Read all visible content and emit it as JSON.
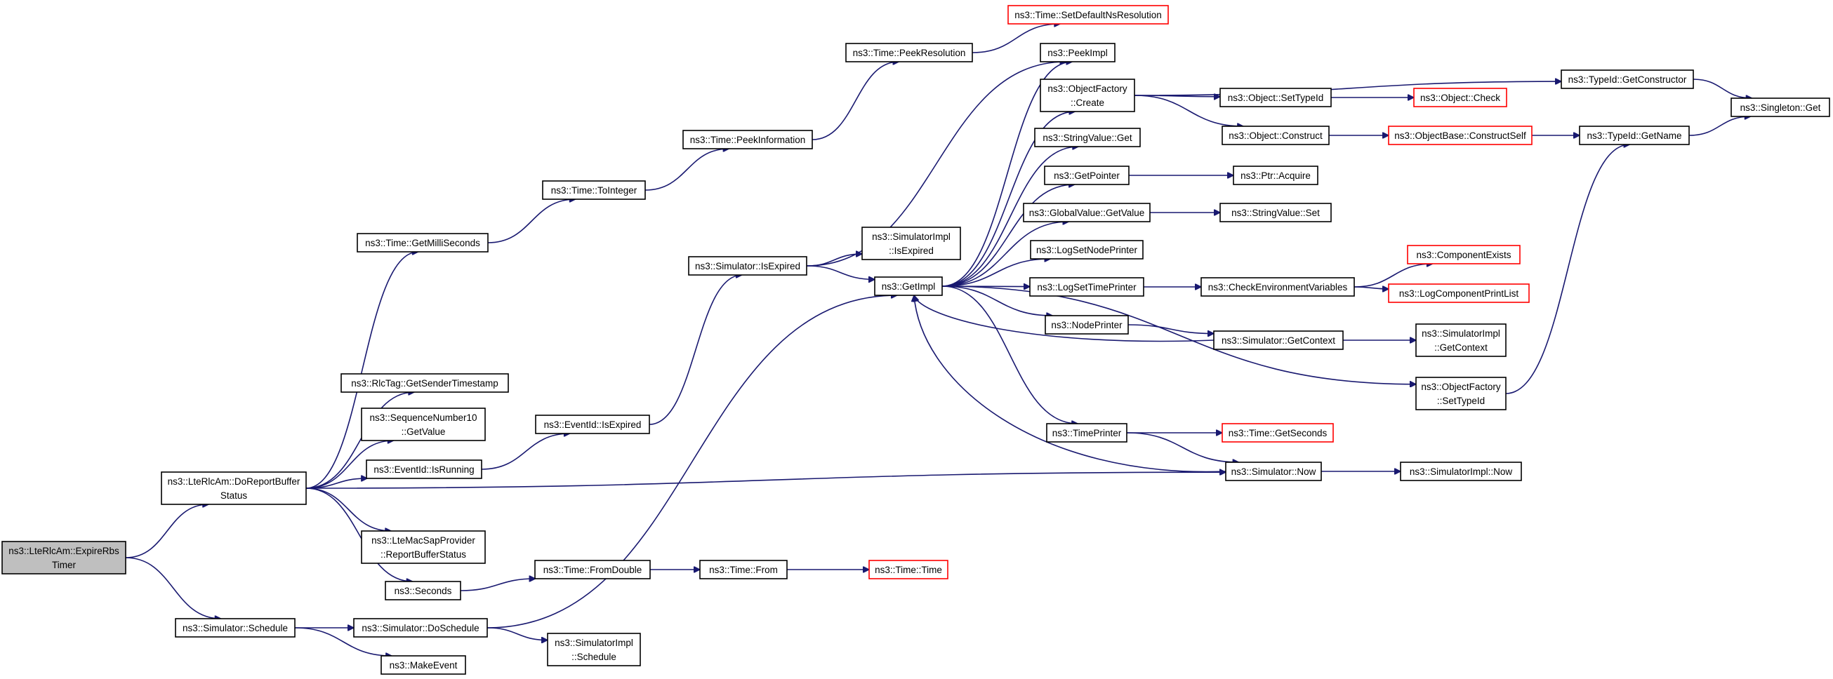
{
  "diagram": {
    "root": "n_root",
    "nodes": [
      {
        "id": "n_root",
        "lines": [
          "ns3::LteRlcAm::ExpireRbs",
          "Timer"
        ],
        "style": "root"
      },
      {
        "id": "n_doreport",
        "lines": [
          "ns3::LteRlcAm::DoReportBuffer",
          "Status"
        ],
        "style": "normal"
      },
      {
        "id": "n_schedule",
        "lines": [
          "ns3::Simulator::Schedule"
        ],
        "style": "normal"
      },
      {
        "id": "n_getmilli",
        "lines": [
          "ns3::Time::GetMilliSeconds"
        ],
        "style": "normal"
      },
      {
        "id": "n_rlctag",
        "lines": [
          "ns3::RlcTag::GetSenderTimestamp"
        ],
        "style": "normal"
      },
      {
        "id": "n_seqnum",
        "lines": [
          "ns3::SequenceNumber10",
          "::GetValue"
        ],
        "style": "normal"
      },
      {
        "id": "n_isrunning",
        "lines": [
          "ns3::EventId::IsRunning"
        ],
        "style": "normal"
      },
      {
        "id": "n_ltemac",
        "lines": [
          "ns3::LteMacSapProvider",
          "::ReportBufferStatus"
        ],
        "style": "normal"
      },
      {
        "id": "n_seconds",
        "lines": [
          "ns3::Seconds"
        ],
        "style": "normal"
      },
      {
        "id": "n_doschedule",
        "lines": [
          "ns3::Simulator::DoSchedule"
        ],
        "style": "normal"
      },
      {
        "id": "n_makeevent",
        "lines": [
          "ns3::MakeEvent"
        ],
        "style": "normal"
      },
      {
        "id": "n_tointeger",
        "lines": [
          "ns3::Time::ToInteger"
        ],
        "style": "normal"
      },
      {
        "id": "n_peekinfo",
        "lines": [
          "ns3::Time::PeekInformation"
        ],
        "style": "normal"
      },
      {
        "id": "n_peekres",
        "lines": [
          "ns3::Time::PeekResolution"
        ],
        "style": "normal"
      },
      {
        "id": "n_setdefault",
        "lines": [
          "ns3::Time::SetDefaultNsResolution"
        ],
        "style": "red"
      },
      {
        "id": "n_eventexpired",
        "lines": [
          "ns3::EventId::IsExpired"
        ],
        "style": "normal"
      },
      {
        "id": "n_simexpired",
        "lines": [
          "ns3::Simulator::IsExpired"
        ],
        "style": "normal"
      },
      {
        "id": "n_simimplexpired",
        "lines": [
          "ns3::SimulatorImpl",
          "::IsExpired"
        ],
        "style": "normal"
      },
      {
        "id": "n_getimpl",
        "lines": [
          "ns3::GetImpl"
        ],
        "style": "normal"
      },
      {
        "id": "n_fromdouble",
        "lines": [
          "ns3::Time::FromDouble"
        ],
        "style": "normal"
      },
      {
        "id": "n_from",
        "lines": [
          "ns3::Time::From"
        ],
        "style": "normal"
      },
      {
        "id": "n_time",
        "lines": [
          "ns3::Time::Time"
        ],
        "style": "red"
      },
      {
        "id": "n_simimplsched",
        "lines": [
          "ns3::SimulatorImpl",
          "::Schedule"
        ],
        "style": "normal"
      },
      {
        "id": "n_peekimpl",
        "lines": [
          "ns3::PeekImpl"
        ],
        "style": "normal"
      },
      {
        "id": "n_objcreate",
        "lines": [
          "ns3::ObjectFactory",
          "::Create"
        ],
        "style": "normal"
      },
      {
        "id": "n_strget",
        "lines": [
          "ns3::StringValue::Get"
        ],
        "style": "normal"
      },
      {
        "id": "n_getpointer",
        "lines": [
          "ns3::GetPointer"
        ],
        "style": "normal"
      },
      {
        "id": "n_globalget",
        "lines": [
          "ns3::GlobalValue::GetValue"
        ],
        "style": "normal"
      },
      {
        "id": "n_lognode",
        "lines": [
          "ns3::LogSetNodePrinter"
        ],
        "style": "normal"
      },
      {
        "id": "n_logtime",
        "lines": [
          "ns3::LogSetTimePrinter"
        ],
        "style": "normal"
      },
      {
        "id": "n_nodeprinter",
        "lines": [
          "ns3::NodePrinter"
        ],
        "style": "normal"
      },
      {
        "id": "n_timeprinter",
        "lines": [
          "ns3::TimePrinter"
        ],
        "style": "normal"
      },
      {
        "id": "n_simnow",
        "lines": [
          "ns3::Simulator::Now"
        ],
        "style": "normal"
      },
      {
        "id": "n_simimplnow",
        "lines": [
          "ns3::SimulatorImpl::Now"
        ],
        "style": "normal"
      },
      {
        "id": "n_getseconds",
        "lines": [
          "ns3::Time::GetSeconds"
        ],
        "style": "red"
      },
      {
        "id": "n_getcontext",
        "lines": [
          "ns3::Simulator::GetContext"
        ],
        "style": "normal"
      },
      {
        "id": "n_simimplctx",
        "lines": [
          "ns3::SimulatorImpl",
          "::GetContext"
        ],
        "style": "normal"
      },
      {
        "id": "n_checkenv",
        "lines": [
          "ns3::CheckEnvironmentVariables"
        ],
        "style": "normal"
      },
      {
        "id": "n_compexists",
        "lines": [
          "ns3::ComponentExists"
        ],
        "style": "red"
      },
      {
        "id": "n_logcomplist",
        "lines": [
          "ns3::LogComponentPrintList"
        ],
        "style": "red"
      },
      {
        "id": "n_strset",
        "lines": [
          "ns3::StringValue::Set"
        ],
        "style": "normal"
      },
      {
        "id": "n_ptracquire",
        "lines": [
          "ns3::Ptr::Acquire"
        ],
        "style": "normal"
      },
      {
        "id": "n_objsettypeid",
        "lines": [
          "ns3::Object::SetTypeId"
        ],
        "style": "normal"
      },
      {
        "id": "n_objcheck",
        "lines": [
          "ns3::Object::Check"
        ],
        "style": "red"
      },
      {
        "id": "n_objconstruct",
        "lines": [
          "ns3::Object::Construct"
        ],
        "style": "normal"
      },
      {
        "id": "n_objbaseconstruct",
        "lines": [
          "ns3::ObjectBase::ConstructSelf"
        ],
        "style": "red"
      },
      {
        "id": "n_typeidctor",
        "lines": [
          "ns3::TypeId::GetConstructor"
        ],
        "style": "normal"
      },
      {
        "id": "n_typeidname",
        "lines": [
          "ns3::TypeId::GetName"
        ],
        "style": "normal"
      },
      {
        "id": "n_singleton",
        "lines": [
          "ns3::Singleton::Get"
        ],
        "style": "normal"
      },
      {
        "id": "n_objfactsettypeid",
        "lines": [
          "ns3::ObjectFactory",
          "::SetTypeId"
        ],
        "style": "normal"
      }
    ],
    "edges": [
      [
        "n_root",
        "n_doreport"
      ],
      [
        "n_root",
        "n_schedule"
      ],
      [
        "n_doreport",
        "n_getmilli"
      ],
      [
        "n_doreport",
        "n_rlctag"
      ],
      [
        "n_doreport",
        "n_seqnum"
      ],
      [
        "n_doreport",
        "n_isrunning"
      ],
      [
        "n_doreport",
        "n_ltemac"
      ],
      [
        "n_doreport",
        "n_seconds"
      ],
      [
        "n_doreport",
        "n_simnow"
      ],
      [
        "n_schedule",
        "n_doschedule"
      ],
      [
        "n_schedule",
        "n_makeevent"
      ],
      [
        "n_getmilli",
        "n_tointeger"
      ],
      [
        "n_tointeger",
        "n_peekinfo"
      ],
      [
        "n_peekinfo",
        "n_peekres"
      ],
      [
        "n_peekres",
        "n_setdefault"
      ],
      [
        "n_isrunning",
        "n_eventexpired"
      ],
      [
        "n_eventexpired",
        "n_simexpired"
      ],
      [
        "n_simexpired",
        "n_simimplexpired"
      ],
      [
        "n_simexpired",
        "n_getimpl"
      ],
      [
        "n_simexpired",
        "n_peekimpl"
      ],
      [
        "n_seconds",
        "n_fromdouble"
      ],
      [
        "n_fromdouble",
        "n_from"
      ],
      [
        "n_from",
        "n_time"
      ],
      [
        "n_doschedule",
        "n_getimpl"
      ],
      [
        "n_doschedule",
        "n_simimplsched"
      ],
      [
        "n_getimpl",
        "n_peekimpl"
      ],
      [
        "n_getimpl",
        "n_objcreate"
      ],
      [
        "n_getimpl",
        "n_strget"
      ],
      [
        "n_getimpl",
        "n_getpointer"
      ],
      [
        "n_getimpl",
        "n_globalget"
      ],
      [
        "n_getimpl",
        "n_lognode"
      ],
      [
        "n_getimpl",
        "n_logtime"
      ],
      [
        "n_getimpl",
        "n_nodeprinter"
      ],
      [
        "n_getimpl",
        "n_timeprinter"
      ],
      [
        "n_getimpl",
        "n_objfactsettypeid"
      ],
      [
        "n_getcontext",
        "n_getimpl"
      ],
      [
        "n_simnow",
        "n_getimpl"
      ],
      [
        "n_objcreate",
        "n_objsettypeid"
      ],
      [
        "n_objcreate",
        "n_objconstruct"
      ],
      [
        "n_objcreate",
        "n_typeidctor"
      ],
      [
        "n_objsettypeid",
        "n_objcheck"
      ],
      [
        "n_objconstruct",
        "n_objbaseconstruct"
      ],
      [
        "n_objbaseconstruct",
        "n_typeidname"
      ],
      [
        "n_typeidctor",
        "n_singleton"
      ],
      [
        "n_typeidname",
        "n_singleton"
      ],
      [
        "n_objfactsettypeid",
        "n_typeidname"
      ],
      [
        "n_getpointer",
        "n_ptracquire"
      ],
      [
        "n_globalget",
        "n_strset"
      ],
      [
        "n_logtime",
        "n_checkenv"
      ],
      [
        "n_checkenv",
        "n_compexists"
      ],
      [
        "n_checkenv",
        "n_logcomplist"
      ],
      [
        "n_nodeprinter",
        "n_getcontext"
      ],
      [
        "n_getcontext",
        "n_simimplctx"
      ],
      [
        "n_timeprinter",
        "n_getseconds"
      ],
      [
        "n_timeprinter",
        "n_simnow"
      ],
      [
        "n_simnow",
        "n_simimplnow"
      ]
    ]
  }
}
